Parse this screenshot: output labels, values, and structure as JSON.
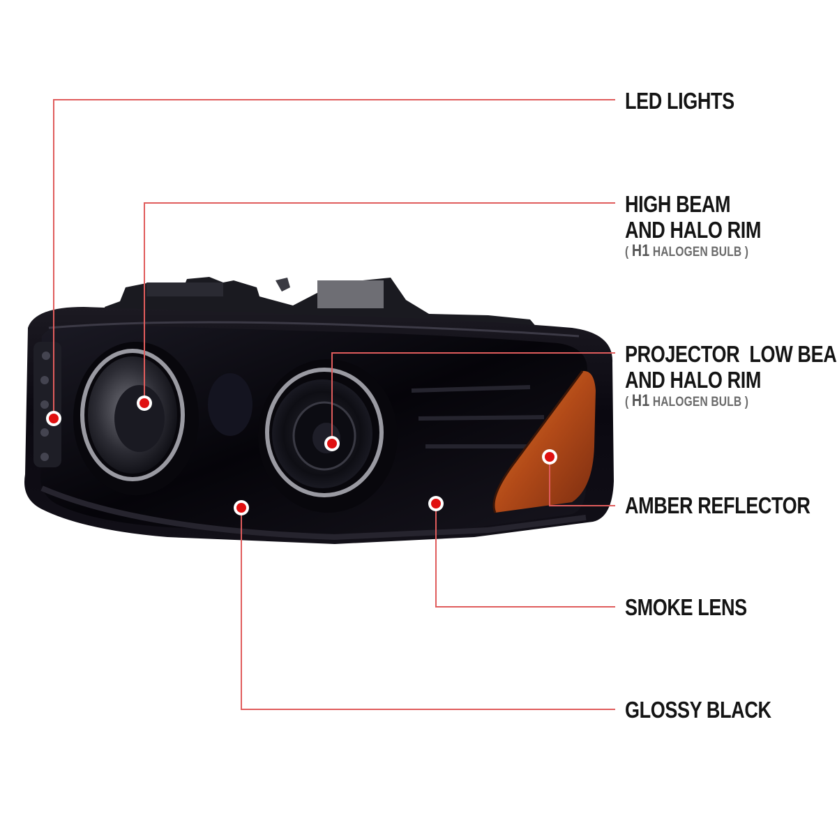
{
  "colors": {
    "callout_line": "#e05c5c",
    "callout_dot": "#e01010",
    "housing": "#0c0a10",
    "amber": "#c2541c",
    "label_text": "#141414",
    "sub_text": "#6a6a6a"
  },
  "callouts": [
    {
      "label": "LED LIGHTS"
    },
    {
      "label_line1": "HIGH BEAM",
      "label_line2": "AND HALO RIM",
      "sub_open": "( ",
      "sub_strong": "H1",
      "sub_rest": " HALOGEN BULB )"
    },
    {
      "label_line1": "PROJECTOR  LOW BEAM",
      "label_line2": "AND HALO RIM",
      "sub_open": "( ",
      "sub_strong": "H1",
      "sub_rest": " HALOGEN BULB )"
    },
    {
      "label": "AMBER REFLECTOR"
    },
    {
      "label": "SMOKE LENS"
    },
    {
      "label": "GLOSSY BLACK"
    }
  ]
}
